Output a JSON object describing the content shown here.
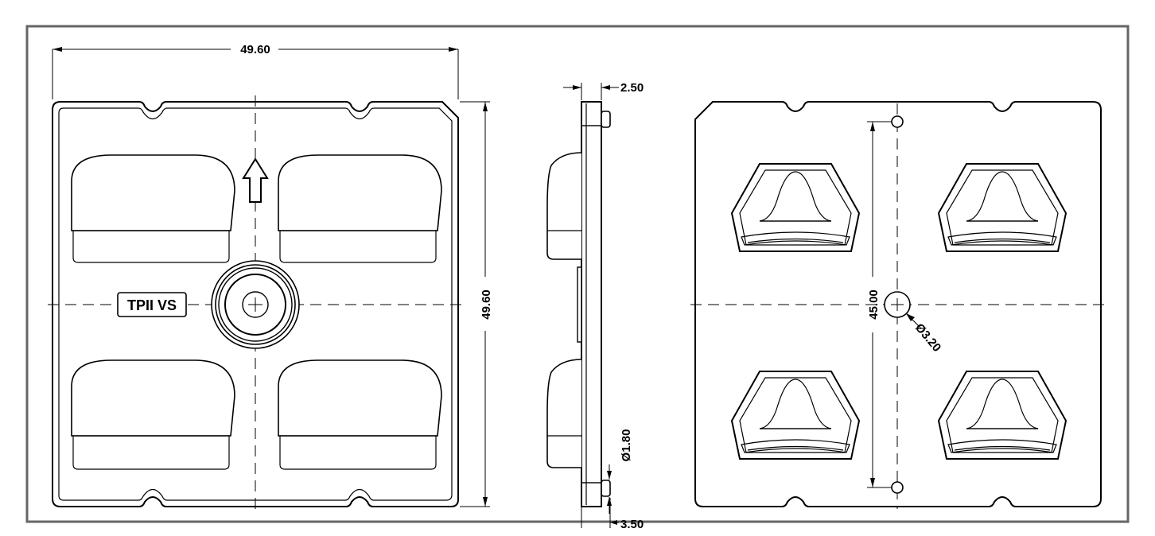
{
  "views": {
    "top": {
      "width_dim": "49.60",
      "height_dim": "49.60",
      "label": "TPII VS"
    },
    "side": {
      "thickness_dim": "2.50",
      "pin_dia_dim": "Ø1.80",
      "pin_len_dim": "3.50"
    },
    "bottom": {
      "hole_spacing_dim": "45.00",
      "center_hole_dim": "Ø3.20"
    }
  }
}
